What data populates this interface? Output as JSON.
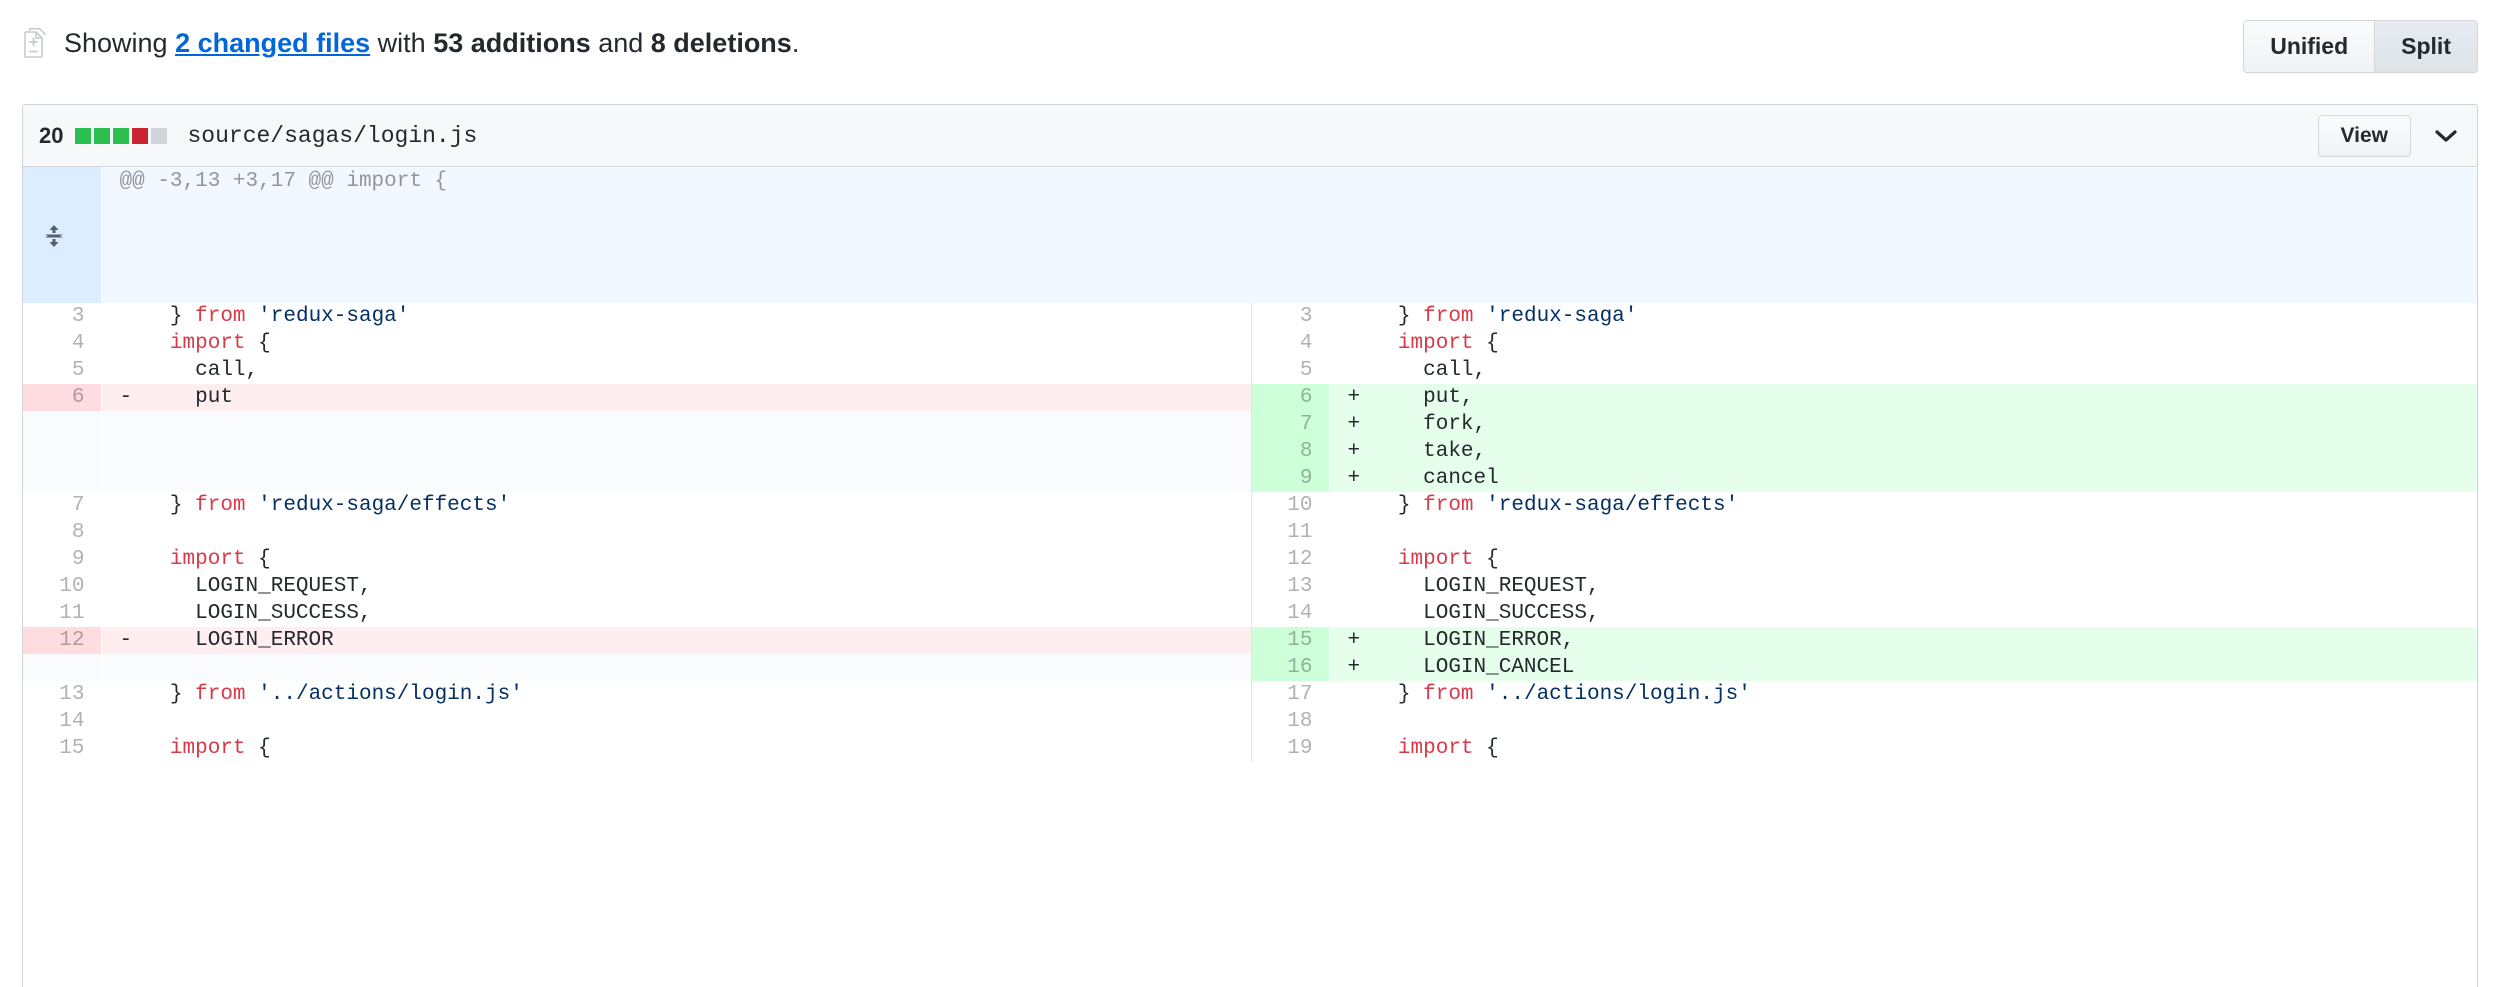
{
  "toolbar": {
    "icon": "file-diff-icon",
    "prefix": "Showing ",
    "changed_files_link": "2 changed files",
    "mid": " with ",
    "additions": "53 additions",
    "and": " and ",
    "deletions": "8 deletions",
    "suffix": ".",
    "view_modes": [
      {
        "label": "Unified",
        "selected": false
      },
      {
        "label": "Split",
        "selected": true
      }
    ]
  },
  "file": {
    "change_count": "20",
    "diffstat_blocks": [
      "add",
      "add",
      "add",
      "del",
      "neutral"
    ],
    "path": "source/sagas/login.js",
    "view_button": "View",
    "chevron_icon": "chevron-down-icon"
  },
  "hunk": {
    "expand_icon": "unfold-icon",
    "header": "@@ -3,13 +3,17 @@ import {"
  },
  "colors": {
    "link": "#0366d6",
    "add_bg": "#e6ffed",
    "add_gutter": "#cdffd8",
    "del_bg": "#ffeef0",
    "del_gutter": "#ffdce0",
    "hunk_bg": "#f1f8ff",
    "hunk_gutter": "#dbedff",
    "blank_bg": "#fafbfc",
    "keyword": "#d73a49",
    "string": "#032f62",
    "border": "#d1d5da"
  },
  "diff_rows": [
    {
      "left": {
        "num": "3",
        "type": "context",
        "marker": "",
        "tokens": [
          {
            "t": "  } ",
            "c": "pl"
          },
          {
            "t": "from",
            "c": "k"
          },
          {
            "t": " ",
            "c": "pl"
          },
          {
            "t": "'redux-saga'",
            "c": "s"
          }
        ]
      },
      "right": {
        "num": "3",
        "type": "context",
        "marker": "",
        "tokens": [
          {
            "t": "  } ",
            "c": "pl"
          },
          {
            "t": "from",
            "c": "k"
          },
          {
            "t": " ",
            "c": "pl"
          },
          {
            "t": "'redux-saga'",
            "c": "s"
          }
        ]
      }
    },
    {
      "left": {
        "num": "4",
        "type": "context",
        "marker": "",
        "tokens": [
          {
            "t": "  ",
            "c": "pl"
          },
          {
            "t": "import",
            "c": "k"
          },
          {
            "t": " {",
            "c": "pl"
          }
        ]
      },
      "right": {
        "num": "4",
        "type": "context",
        "marker": "",
        "tokens": [
          {
            "t": "  ",
            "c": "pl"
          },
          {
            "t": "import",
            "c": "k"
          },
          {
            "t": " {",
            "c": "pl"
          }
        ]
      }
    },
    {
      "left": {
        "num": "5",
        "type": "context",
        "marker": "",
        "tokens": [
          {
            "t": "    call,",
            "c": "pl"
          }
        ]
      },
      "right": {
        "num": "5",
        "type": "context",
        "marker": "",
        "tokens": [
          {
            "t": "    call,",
            "c": "pl"
          }
        ]
      }
    },
    {
      "left": {
        "num": "6",
        "type": "del",
        "marker": "-",
        "tokens": [
          {
            "t": "    put",
            "c": "pl"
          }
        ]
      },
      "right": {
        "num": "6",
        "type": "add",
        "marker": "+",
        "tokens": [
          {
            "t": "    put,",
            "c": "pl"
          }
        ]
      }
    },
    {
      "left": {
        "num": "",
        "type": "blank",
        "marker": "",
        "tokens": [
          {
            "t": "",
            "c": "pl"
          }
        ]
      },
      "right": {
        "num": "7",
        "type": "add",
        "marker": "+",
        "tokens": [
          {
            "t": "    fork,",
            "c": "pl"
          }
        ]
      }
    },
    {
      "left": {
        "num": "",
        "type": "blank",
        "marker": "",
        "tokens": [
          {
            "t": "",
            "c": "pl"
          }
        ]
      },
      "right": {
        "num": "8",
        "type": "add",
        "marker": "+",
        "tokens": [
          {
            "t": "    take,",
            "c": "pl"
          }
        ]
      }
    },
    {
      "left": {
        "num": "",
        "type": "blank",
        "marker": "",
        "tokens": [
          {
            "t": "",
            "c": "pl"
          }
        ]
      },
      "right": {
        "num": "9",
        "type": "add",
        "marker": "+",
        "tokens": [
          {
            "t": "    cancel",
            "c": "pl"
          }
        ]
      }
    },
    {
      "left": {
        "num": "7",
        "type": "context",
        "marker": "",
        "tokens": [
          {
            "t": "  } ",
            "c": "pl"
          },
          {
            "t": "from",
            "c": "k"
          },
          {
            "t": " ",
            "c": "pl"
          },
          {
            "t": "'redux-saga/effects'",
            "c": "s"
          }
        ]
      },
      "right": {
        "num": "10",
        "type": "context",
        "marker": "",
        "tokens": [
          {
            "t": "  } ",
            "c": "pl"
          },
          {
            "t": "from",
            "c": "k"
          },
          {
            "t": " ",
            "c": "pl"
          },
          {
            "t": "'redux-saga/effects'",
            "c": "s"
          }
        ]
      }
    },
    {
      "left": {
        "num": "8",
        "type": "context",
        "marker": "",
        "tokens": [
          {
            "t": "",
            "c": "pl"
          }
        ]
      },
      "right": {
        "num": "11",
        "type": "context",
        "marker": "",
        "tokens": [
          {
            "t": "",
            "c": "pl"
          }
        ]
      }
    },
    {
      "left": {
        "num": "9",
        "type": "context",
        "marker": "",
        "tokens": [
          {
            "t": "  ",
            "c": "pl"
          },
          {
            "t": "import",
            "c": "k"
          },
          {
            "t": " {",
            "c": "pl"
          }
        ]
      },
      "right": {
        "num": "12",
        "type": "context",
        "marker": "",
        "tokens": [
          {
            "t": "  ",
            "c": "pl"
          },
          {
            "t": "import",
            "c": "k"
          },
          {
            "t": " {",
            "c": "pl"
          }
        ]
      }
    },
    {
      "left": {
        "num": "10",
        "type": "context",
        "marker": "",
        "tokens": [
          {
            "t": "    LOGIN_REQUEST,",
            "c": "pl"
          }
        ]
      },
      "right": {
        "num": "13",
        "type": "context",
        "marker": "",
        "tokens": [
          {
            "t": "    LOGIN_REQUEST,",
            "c": "pl"
          }
        ]
      }
    },
    {
      "left": {
        "num": "11",
        "type": "context",
        "marker": "",
        "tokens": [
          {
            "t": "    LOGIN_SUCCESS,",
            "c": "pl"
          }
        ]
      },
      "right": {
        "num": "14",
        "type": "context",
        "marker": "",
        "tokens": [
          {
            "t": "    LOGIN_SUCCESS,",
            "c": "pl"
          }
        ]
      }
    },
    {
      "left": {
        "num": "12",
        "type": "del",
        "marker": "-",
        "tokens": [
          {
            "t": "    LOGIN_ERROR",
            "c": "pl"
          }
        ]
      },
      "right": {
        "num": "15",
        "type": "add",
        "marker": "+",
        "tokens": [
          {
            "t": "    LOGIN_ERROR,",
            "c": "pl"
          }
        ]
      }
    },
    {
      "left": {
        "num": "",
        "type": "blank",
        "marker": "",
        "tokens": [
          {
            "t": "",
            "c": "pl"
          }
        ]
      },
      "right": {
        "num": "16",
        "type": "add",
        "marker": "+",
        "tokens": [
          {
            "t": "    LOGIN_CANCEL",
            "c": "pl"
          }
        ]
      }
    },
    {
      "left": {
        "num": "13",
        "type": "context",
        "marker": "",
        "tokens": [
          {
            "t": "  } ",
            "c": "pl"
          },
          {
            "t": "from",
            "c": "k"
          },
          {
            "t": " ",
            "c": "pl"
          },
          {
            "t": "'../actions/login.js'",
            "c": "s"
          }
        ]
      },
      "right": {
        "num": "17",
        "type": "context",
        "marker": "",
        "tokens": [
          {
            "t": "  } ",
            "c": "pl"
          },
          {
            "t": "from",
            "c": "k"
          },
          {
            "t": " ",
            "c": "pl"
          },
          {
            "t": "'../actions/login.js'",
            "c": "s"
          }
        ]
      }
    },
    {
      "left": {
        "num": "14",
        "type": "context",
        "marker": "",
        "tokens": [
          {
            "t": "",
            "c": "pl"
          }
        ]
      },
      "right": {
        "num": "18",
        "type": "context",
        "marker": "",
        "tokens": [
          {
            "t": "",
            "c": "pl"
          }
        ]
      }
    },
    {
      "left": {
        "num": "15",
        "type": "context",
        "marker": "",
        "tokens": [
          {
            "t": "  ",
            "c": "pl"
          },
          {
            "t": "import",
            "c": "k"
          },
          {
            "t": " {",
            "c": "pl"
          }
        ]
      },
      "right": {
        "num": "19",
        "type": "context",
        "marker": "",
        "tokens": [
          {
            "t": "  ",
            "c": "pl"
          },
          {
            "t": "import",
            "c": "k"
          },
          {
            "t": " {",
            "c": "pl"
          }
        ]
      }
    }
  ]
}
